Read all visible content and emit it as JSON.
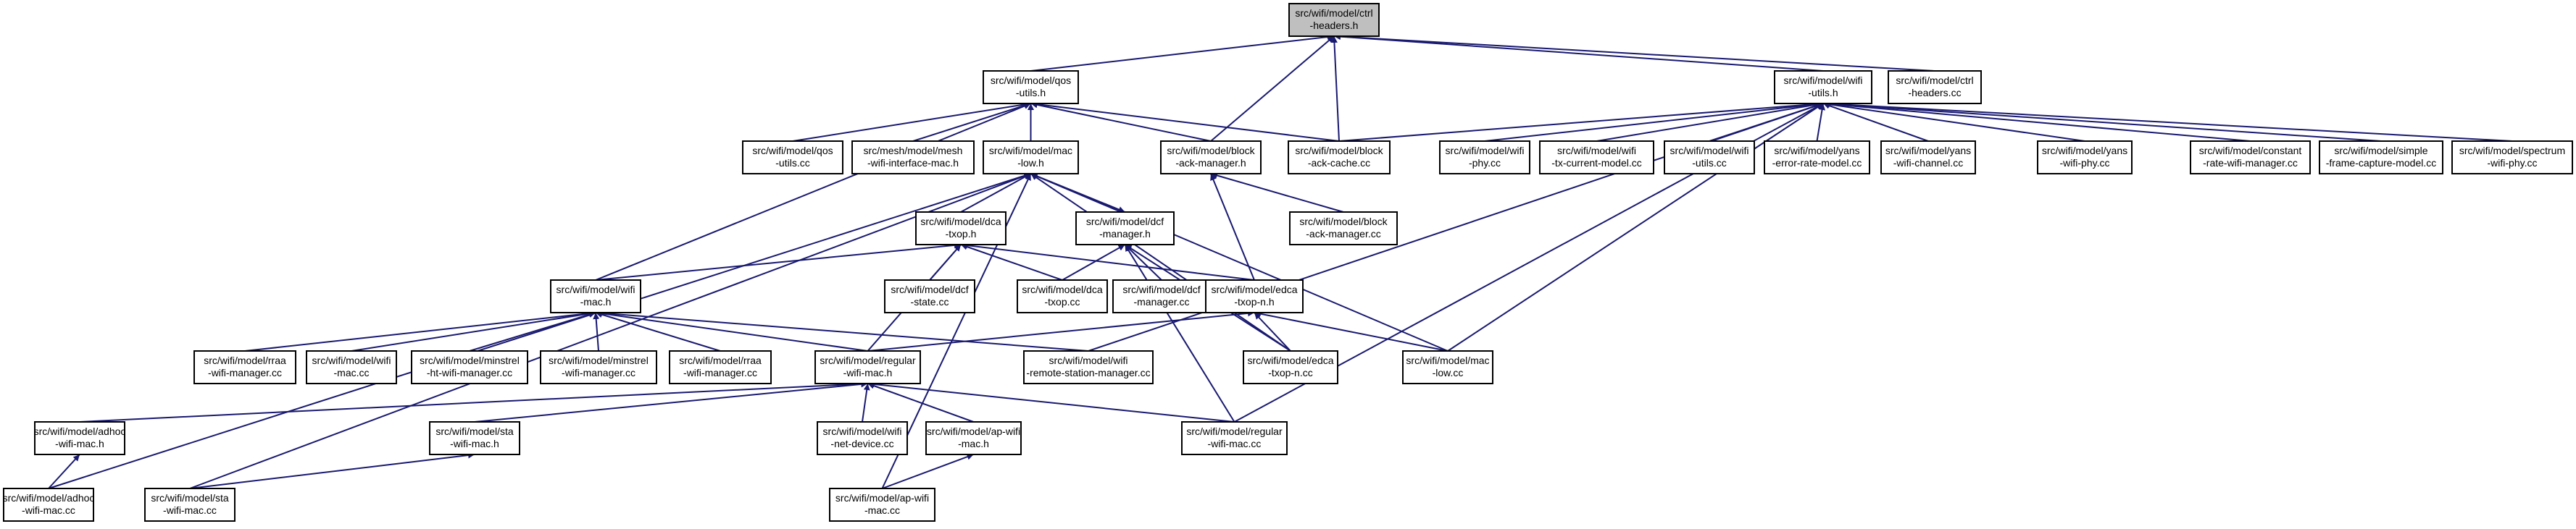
{
  "graph": {
    "root": "ctf_h",
    "edge_color": "#191970",
    "root_fill": "#bfbfbf",
    "nodes": [
      {
        "id": "ctf_h",
        "lines": [
          "src/wifi/model/ctrl",
          "-headers.h"
        ],
        "root": true
      },
      {
        "id": "qos_h",
        "lines": [
          "src/wifi/model/qos",
          "-utils.h"
        ]
      },
      {
        "id": "wutils_h",
        "lines": [
          "src/wifi/model/wifi",
          "-utils.h"
        ]
      },
      {
        "id": "ctf_cc",
        "lines": [
          "src/wifi/model/ctrl",
          "-headers.cc"
        ]
      },
      {
        "id": "qos_cc",
        "lines": [
          "src/wifi/model/qos",
          "-utils.cc"
        ]
      },
      {
        "id": "mesh_cc",
        "lines": [
          "src/mesh/model/mesh",
          "-wifi-interface-mac.h"
        ]
      },
      {
        "id": "maclow_h",
        "lines": [
          "src/wifi/model/mac",
          "-low.h"
        ]
      },
      {
        "id": "bam_h",
        "lines": [
          "src/wifi/model/block",
          "-ack-manager.h"
        ]
      },
      {
        "id": "bac_cc",
        "lines": [
          "src/wifi/model/block",
          "-ack-cache.cc"
        ]
      },
      {
        "id": "wphy_cc",
        "lines": [
          "src/wifi/model/wifi",
          "-phy.cc"
        ]
      },
      {
        "id": "txcur_cc",
        "lines": [
          "src/wifi/model/wifi",
          "-tx-current-model.cc"
        ]
      },
      {
        "id": "wutils_cc",
        "lines": [
          "src/wifi/model/wifi",
          "-utils.cc"
        ]
      },
      {
        "id": "yerr_cc",
        "lines": [
          "src/wifi/model/yans",
          "-error-rate-model.cc"
        ]
      },
      {
        "id": "ych_cc",
        "lines": [
          "src/wifi/model/yans",
          "-wifi-channel.cc"
        ]
      },
      {
        "id": "yphy_cc",
        "lines": [
          "src/wifi/model/yans",
          "-wifi-phy.cc"
        ]
      },
      {
        "id": "const_cc",
        "lines": [
          "src/wifi/model/constant",
          "-rate-wifi-manager.cc"
        ]
      },
      {
        "id": "simple_cc",
        "lines": [
          "src/wifi/model/simple",
          "-frame-capture-model.cc"
        ]
      },
      {
        "id": "spec_cc",
        "lines": [
          "src/wifi/model/spectrum",
          "-wifi-phy.cc"
        ]
      },
      {
        "id": "dca_h",
        "lines": [
          "src/wifi/model/dca",
          "-txop.h"
        ]
      },
      {
        "id": "dcfm_h",
        "lines": [
          "src/wifi/model/dcf",
          "-manager.h"
        ]
      },
      {
        "id": "bam_cc",
        "lines": [
          "src/wifi/model/block",
          "-ack-manager.cc"
        ]
      },
      {
        "id": "wmac_h",
        "lines": [
          "src/wifi/model/wifi",
          "-mac.h"
        ]
      },
      {
        "id": "dcfst_cc",
        "lines": [
          "src/wifi/model/dcf",
          "-state.cc"
        ]
      },
      {
        "id": "dca_cc",
        "lines": [
          "src/wifi/model/dca",
          "-txop.cc"
        ]
      },
      {
        "id": "dcfm_cc",
        "lines": [
          "src/wifi/model/dcf",
          "-manager.cc"
        ]
      },
      {
        "id": "edca_h",
        "lines": [
          "src/wifi/model/edca",
          "-txop-n.h"
        ]
      },
      {
        "id": "rraa_cc",
        "lines": [
          "src/wifi/model/rraa",
          "-wifi-manager.cc"
        ]
      },
      {
        "id": "wmac_cc",
        "lines": [
          "src/wifi/model/wifi",
          "-mac.cc"
        ]
      },
      {
        "id": "minht_cc",
        "lines": [
          "src/wifi/model/minstrel",
          "-ht-wifi-manager.cc"
        ]
      },
      {
        "id": "min_cc",
        "lines": [
          "src/wifi/model/minstrel",
          "-wifi-manager.cc"
        ]
      },
      {
        "id": "rraa2_cc",
        "lines": [
          "src/wifi/model/rraa",
          "-wifi-manager.cc"
        ]
      },
      {
        "id": "reg_h",
        "lines": [
          "src/wifi/model/regular",
          "-wifi-mac.h"
        ]
      },
      {
        "id": "rsm_cc",
        "lines": [
          "src/wifi/model/wifi",
          "-remote-station-manager.cc"
        ]
      },
      {
        "id": "edca_cc",
        "lines": [
          "src/wifi/model/edca",
          "-txop-n.cc"
        ]
      },
      {
        "id": "maclow_cc",
        "lines": [
          "src/wifi/model/mac",
          "-low.cc"
        ]
      },
      {
        "id": "adhoc_h",
        "lines": [
          "src/wifi/model/adhoc",
          "-wifi-mac.h"
        ]
      },
      {
        "id": "sta_h",
        "lines": [
          "src/wifi/model/sta",
          "-wifi-mac.h"
        ]
      },
      {
        "id": "netdev_cc",
        "lines": [
          "src/wifi/model/wifi",
          "-net-device.cc"
        ]
      },
      {
        "id": "ap_h",
        "lines": [
          "src/wifi/model/ap-wifi",
          "-mac.h"
        ]
      },
      {
        "id": "reg_cc",
        "lines": [
          "src/wifi/model/regular",
          "-wifi-mac.cc"
        ]
      },
      {
        "id": "adhoc_cc",
        "lines": [
          "src/wifi/model/adhoc",
          "-wifi-mac.cc"
        ]
      },
      {
        "id": "sta_cc",
        "lines": [
          "src/wifi/model/sta",
          "-wifi-mac.cc"
        ]
      },
      {
        "id": "ap_cc",
        "lines": [
          "src/wifi/model/ap-wifi",
          "-mac.cc"
        ]
      }
    ],
    "edges": [
      [
        "qos_h",
        "ctf_h"
      ],
      [
        "wutils_h",
        "ctf_h"
      ],
      [
        "ctf_cc",
        "ctf_h"
      ],
      [
        "bam_h",
        "ctf_h"
      ],
      [
        "bac_cc",
        "ctf_h"
      ],
      [
        "qos_cc",
        "qos_h"
      ],
      [
        "mesh_cc",
        "qos_h"
      ],
      [
        "maclow_h",
        "qos_h"
      ],
      [
        "bam_h",
        "qos_h"
      ],
      [
        "bac_cc",
        "qos_h"
      ],
      [
        "wmac_h",
        "qos_h"
      ],
      [
        "bac_cc",
        "wutils_h"
      ],
      [
        "wphy_cc",
        "wutils_h"
      ],
      [
        "txcur_cc",
        "wutils_h"
      ],
      [
        "wutils_cc",
        "wutils_h"
      ],
      [
        "yerr_cc",
        "wutils_h"
      ],
      [
        "ych_cc",
        "wutils_h"
      ],
      [
        "yphy_cc",
        "wutils_h"
      ],
      [
        "const_cc",
        "wutils_h"
      ],
      [
        "simple_cc",
        "wutils_h"
      ],
      [
        "spec_cc",
        "wutils_h"
      ],
      [
        "rsm_cc",
        "wutils_h"
      ],
      [
        "maclow_cc",
        "wutils_h"
      ],
      [
        "reg_cc",
        "wutils_h"
      ],
      [
        "dca_h",
        "maclow_h"
      ],
      [
        "dcfm_h",
        "maclow_h"
      ],
      [
        "maclow_cc",
        "maclow_h"
      ],
      [
        "adhoc_cc",
        "maclow_h"
      ],
      [
        "sta_cc",
        "maclow_h"
      ],
      [
        "ap_cc",
        "maclow_h"
      ],
      [
        "edca_cc",
        "maclow_h"
      ],
      [
        "bam_cc",
        "bam_h"
      ],
      [
        "edca_h",
        "bam_h"
      ],
      [
        "dcfst_cc",
        "dca_h"
      ],
      [
        "dca_cc",
        "dca_h"
      ],
      [
        "wmac_h",
        "dca_h"
      ],
      [
        "edca_h",
        "dca_h"
      ],
      [
        "reg_h",
        "dca_h"
      ],
      [
        "dca_cc",
        "dcfm_h"
      ],
      [
        "dcfm_cc",
        "dcfm_h"
      ],
      [
        "maclow_h",
        "dcfm_h"
      ],
      [
        "edca_cc",
        "dcfm_h"
      ],
      [
        "reg_cc",
        "dcfm_h"
      ],
      [
        "rraa_cc",
        "wmac_h"
      ],
      [
        "wmac_cc",
        "wmac_h"
      ],
      [
        "minht_cc",
        "wmac_h"
      ],
      [
        "min_cc",
        "wmac_h"
      ],
      [
        "rraa2_cc",
        "wmac_h"
      ],
      [
        "reg_h",
        "wmac_h"
      ],
      [
        "rsm_cc",
        "wmac_h"
      ],
      [
        "reg_h",
        "edca_h"
      ],
      [
        "edca_cc",
        "edca_h"
      ],
      [
        "maclow_cc",
        "edca_h"
      ],
      [
        "adhoc_h",
        "reg_h"
      ],
      [
        "sta_h",
        "reg_h"
      ],
      [
        "netdev_cc",
        "reg_h"
      ],
      [
        "ap_h",
        "reg_h"
      ],
      [
        "reg_cc",
        "reg_h"
      ],
      [
        "adhoc_cc",
        "adhoc_h"
      ],
      [
        "sta_cc",
        "sta_h"
      ],
      [
        "ap_cc",
        "ap_h"
      ]
    ]
  }
}
